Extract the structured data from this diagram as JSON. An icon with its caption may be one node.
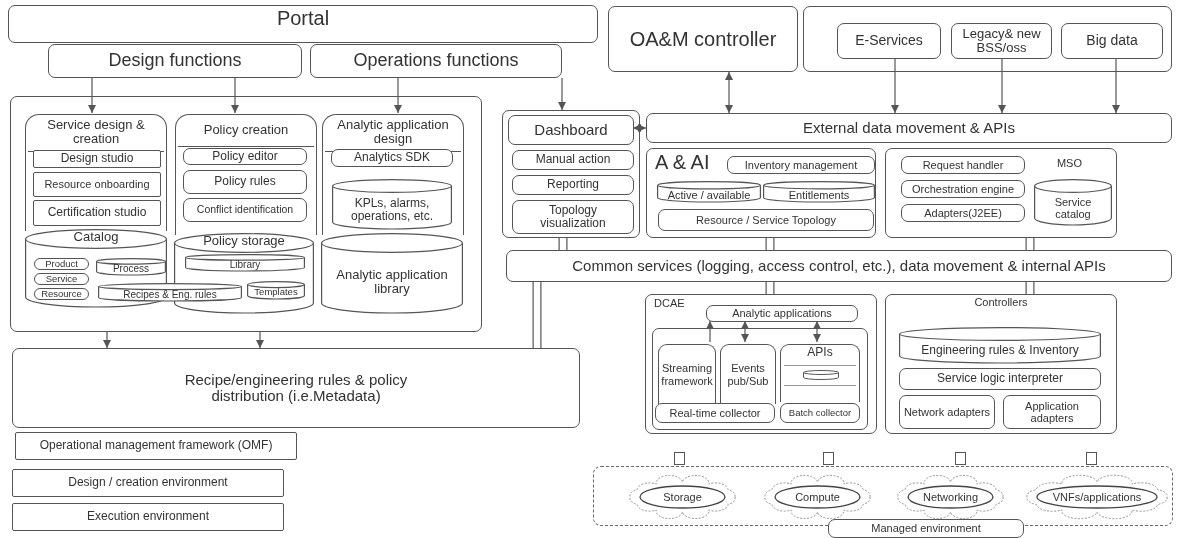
{
  "diagram": {
    "nodes": [
      {
        "text": [
          "Portal"
        ]
      },
      {
        "text": [
          "Design functions"
        ]
      },
      {
        "text": [
          "Operations functions"
        ]
      },
      {
        "text": [],
        "shape": "box"
      },
      {
        "text": [
          "Service design & creation"
        ],
        "in": 3
      },
      {
        "text": [
          "Design studio"
        ],
        "in": 4
      },
      {
        "text": [
          "Resource onboarding"
        ],
        "in": 4
      },
      {
        "text": [
          "Certification studio"
        ],
        "in": 4
      },
      {
        "text": [
          "Catalog"
        ],
        "in": 3
      },
      {
        "text": [
          "Product"
        ],
        "in": 8
      },
      {
        "text": [
          "Service"
        ],
        "in": 8
      },
      {
        "text": [
          "Resource"
        ],
        "in": 8
      },
      {
        "text": [
          "Process"
        ],
        "in": 8
      },
      {
        "text": [
          "Policy creation"
        ],
        "in": 3
      },
      {
        "text": [
          "Policy editor"
        ],
        "in": 13
      },
      {
        "text": [
          "Policy rules"
        ],
        "in": 13
      },
      {
        "text": [
          "Conflict identification"
        ],
        "in": 13
      },
      {
        "text": [
          "Policy storage"
        ],
        "in": 3
      },
      {
        "text": [
          "Library"
        ],
        "in": 17
      },
      {
        "text": [
          "Templates"
        ],
        "in": 17
      },
      {
        "text": [
          "Recipes & Eng. rules"
        ],
        "in": 3
      },
      {
        "text": [
          "Analytic application design"
        ],
        "in": 3
      },
      {
        "text": [
          "Analytics SDK"
        ],
        "in": 21
      },
      {
        "text": [
          "KPLs, alarms, operations, etc."
        ],
        "in": 21
      },
      {
        "text": [
          "Analytic application library"
        ],
        "in": 3
      },
      {
        "text": [
          "Recipe/engineering rules & policy distribution (i.e.Metadata)"
        ]
      },
      {
        "text": [
          "Operational management framework (OMF)"
        ]
      },
      {
        "text": [
          "Design / creation environment"
        ]
      },
      {
        "text": [
          "Execution environment"
        ]
      },
      {
        "text": [
          "OA&M controller"
        ]
      },
      {
        "text": [],
        "shape": "box"
      },
      {
        "text": [
          "E-Services"
        ],
        "in": 30
      },
      {
        "text": [
          "Legacy& new BSS/oss"
        ],
        "in": 30
      },
      {
        "text": [
          "Big data"
        ],
        "in": 30
      },
      {
        "text": [],
        "shape": "box"
      },
      {
        "text": [
          "Dashboard"
        ],
        "in": 34
      },
      {
        "text": [
          "Manual action"
        ],
        "in": 34
      },
      {
        "text": [
          "Reporting"
        ],
        "in": 34
      },
      {
        "text": [
          "Topology visualization"
        ],
        "in": 34
      },
      {
        "text": [
          "External data movement & APIs"
        ]
      },
      {
        "text": [
          "A & AI"
        ]
      },
      {
        "text": [
          "Inventory management"
        ],
        "in": 40
      },
      {
        "text": [
          "Active / available"
        ],
        "in": 40
      },
      {
        "text": [
          "Entitlements"
        ],
        "in": 40
      },
      {
        "text": [
          "Resource / Service Topology"
        ],
        "in": 40
      },
      {
        "text": [
          "MSO"
        ]
      },
      {
        "text": [
          "Request handler"
        ],
        "in": 45
      },
      {
        "text": [
          "Orchestration engine"
        ],
        "in": 45
      },
      {
        "text": [
          "Adapters(J2EE)"
        ],
        "in": 45
      },
      {
        "text": [
          "Service catalog"
        ],
        "in": 45
      },
      {
        "text": [
          "Common services (logging, access control, etc.), data movement & internal APIs"
        ]
      },
      {
        "text": [
          "DCAE"
        ]
      },
      {
        "text": [
          "Analytic applications"
        ],
        "in": 51
      },
      {
        "text": [],
        "shape": "box",
        "in": 51
      },
      {
        "text": [
          "Streaming framework"
        ],
        "in": 53
      },
      {
        "text": [
          "Events pub/Sub"
        ],
        "in": 53
      },
      {
        "text": [
          "Real-time collector"
        ],
        "in": 53
      },
      {
        "text": [
          "APIs"
        ],
        "in": 53
      },
      {
        "text": [
          "Batch collector"
        ],
        "in": 53
      },
      {
        "text": [
          "Controllers"
        ]
      },
      {
        "text": [
          "Engineering rules & Inventory"
        ],
        "in": 59
      },
      {
        "text": [
          "Service logic interpreter"
        ],
        "in": 59
      },
      {
        "text": [
          "Network adapters"
        ],
        "in": 59
      },
      {
        "text": [
          "Application adapters"
        ],
        "in": 59
      },
      {
        "text": [],
        "shape": "box"
      },
      {
        "text": [
          "Managed environment"
        ]
      },
      {
        "text": [
          "Storage"
        ],
        "in": 64
      },
      {
        "text": [
          "Compute"
        ],
        "in": 64
      },
      {
        "text": [
          "Networking"
        ],
        "in": 64
      },
      {
        "text": [
          "VNFs/applications"
        ],
        "in": 64
      }
    ],
    "edges": [
      {
        "from": 1,
        "to": 4,
        "arrow": "to"
      },
      {
        "from": 1,
        "to": 13,
        "arrow": "to"
      },
      {
        "from": 2,
        "to": 21,
        "arrow": "to"
      },
      {
        "from": 2,
        "to": 34,
        "arrow": "to"
      },
      {
        "from": 29,
        "to": 39,
        "arrow": "both"
      },
      {
        "from": 31,
        "to": 39,
        "arrow": "to"
      },
      {
        "from": 32,
        "to": 39,
        "arrow": "to"
      },
      {
        "from": 33,
        "to": 39,
        "arrow": "to"
      },
      {
        "from": 35,
        "to": 39,
        "arrow": "both"
      },
      {
        "from": 3,
        "to": 25,
        "arrow": "to"
      },
      {
        "from": 3,
        "to": 25,
        "arrow": "to"
      },
      {
        "from": 54,
        "to": 52,
        "arrow": "to"
      },
      {
        "from": 55,
        "to": 52,
        "arrow": "both"
      },
      {
        "from": 57,
        "to": 52,
        "arrow": "both"
      },
      {
        "from": 34,
        "to": 50,
        "arrow": "none",
        "style": "thick"
      },
      {
        "from": 40,
        "to": 50,
        "arrow": "none",
        "style": "thick"
      },
      {
        "from": 45,
        "to": 50,
        "arrow": "none",
        "style": "thick"
      },
      {
        "from": 50,
        "to": 51,
        "arrow": "none",
        "style": "thick"
      },
      {
        "from": 50,
        "to": 59,
        "arrow": "none",
        "style": "thick"
      },
      {
        "from": 50,
        "to": 25,
        "arrow": "none",
        "style": "thick"
      }
    ]
  }
}
